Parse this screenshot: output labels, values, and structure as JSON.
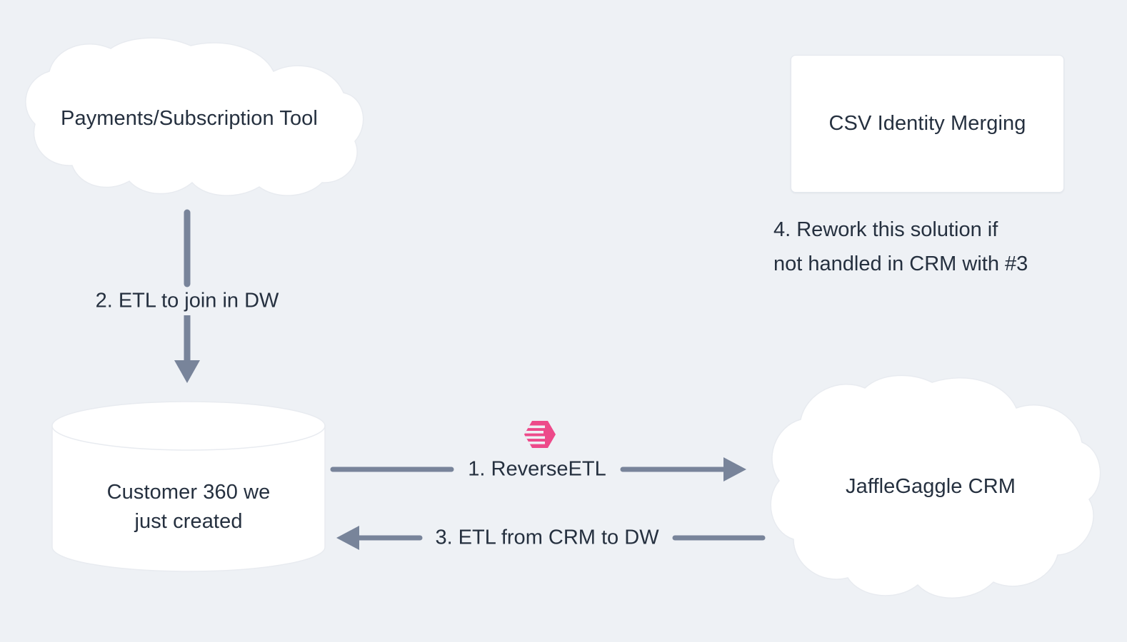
{
  "diagram": {
    "title": "Customer 360 reverse ETL data flow",
    "background_color": "#eef1f5",
    "text_color": "#25303f",
    "edge_color": "#78849a",
    "node_fill": "#ffffff",
    "accent_color": "#ed4a8a"
  },
  "nodes": {
    "payments_cloud": {
      "label": "Payments/Subscription Tool",
      "shape": "cloud"
    },
    "csv_box": {
      "label": "CSV Identity Merging",
      "shape": "rectangle"
    },
    "warehouse_cylinder": {
      "label": "Customer 360 we\njust created",
      "shape": "cylinder"
    },
    "crm_cloud": {
      "label": "JaffleGaggle CRM",
      "shape": "cloud"
    }
  },
  "edges": {
    "reverse_etl": {
      "label": "1. ReverseETL",
      "from": "warehouse_cylinder",
      "to": "crm_cloud",
      "direction": "right"
    },
    "etl_join_dw": {
      "label": "2. ETL to join in DW",
      "from": "payments_cloud",
      "to": "warehouse_cylinder",
      "direction": "down"
    },
    "etl_from_crm": {
      "label": "3. ETL from CRM to DW",
      "from": "crm_cloud",
      "to": "warehouse_cylinder",
      "direction": "left"
    }
  },
  "annotations": {
    "csv_note": "4. Rework this solution if\nnot handled in CRM with #3"
  },
  "icons": {
    "hightouch_logo": {
      "name": "hightouch-logo-icon",
      "color": "#ed4a8a"
    }
  }
}
